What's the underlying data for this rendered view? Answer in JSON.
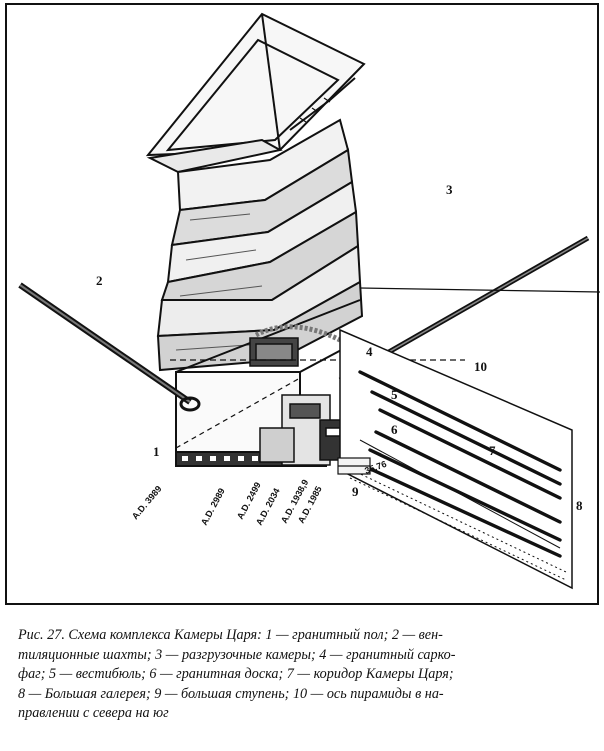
{
  "figure": {
    "labels": [
      "1",
      "2",
      "3",
      "4",
      "5",
      "6",
      "7",
      "8",
      "9",
      "10"
    ],
    "dates": [
      "A.D. 3989",
      "A.D. 2989",
      "A.D. 2499",
      "A.D. 2034",
      "A.D. 1938,9",
      "A.D. 1985"
    ],
    "depth_marker": "35,76"
  },
  "caption": {
    "lines": [
      "Рис. 27. Схема комплекса Камеры Царя: 1 — гранитный пол; 2 — вен-",
      "тиляционные шахты; 3 — разгрузочные камеры; 4 — гранитный сарко-",
      "фаг; 5 — вестибюль; 6 — гранитная доска; 7 — коридор Камеры Царя;",
      "8 — Большая галерея; 9 — большая ступень; 10 — ось пирамиды в на-",
      "правлении с севера на юг"
    ]
  }
}
